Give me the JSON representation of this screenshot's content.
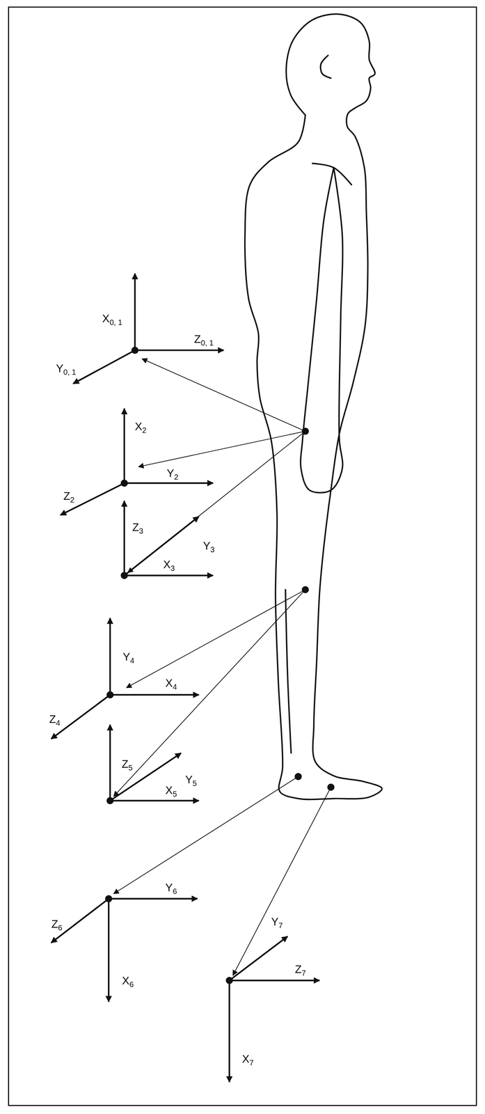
{
  "diagram": {
    "labels": [
      "X0, 1",
      "Z0, 1",
      "Y0, 1",
      "X2",
      "Y2",
      "Z2",
      "Z3",
      "Y3",
      "X3",
      "Y4",
      "X4",
      "Z4",
      "Z5",
      "Y5",
      "X5",
      "Y6",
      "Z6",
      "X6",
      "Y7",
      "Z7",
      "X7"
    ]
  }
}
